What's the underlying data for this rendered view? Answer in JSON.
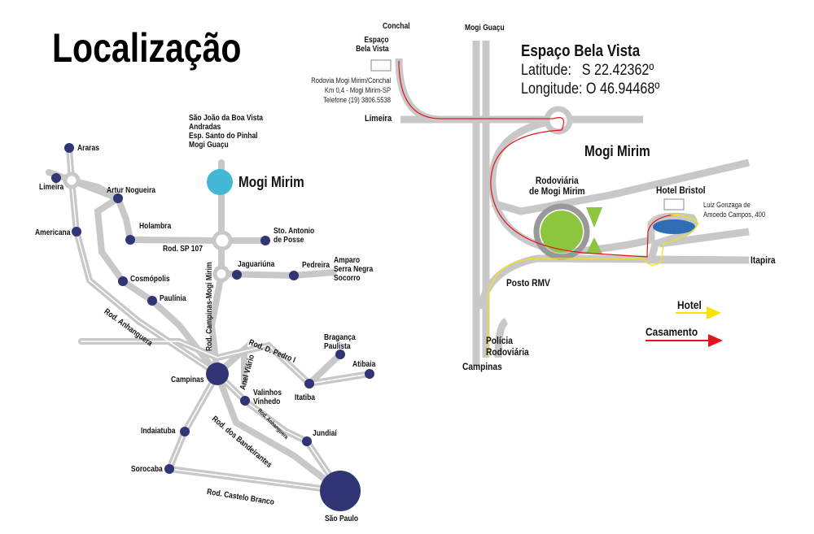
{
  "title": "Localização",
  "colors": {
    "road": "#c8c8c8",
    "city": "#2f3575",
    "mogi_mirim": "#41b8d4",
    "hotel_route": "#f5e400",
    "wedding_route": "#e3141e",
    "park": "#8cc63f",
    "lake": "#2f6db5"
  },
  "regional_map": {
    "north_destinations": [
      "São João da Boa Vista",
      "Andradas",
      "Esp. Santo do Pinhal",
      "Mogi Guaçu"
    ],
    "highlight_city": "Mogi Mirim",
    "cities": {
      "araras": "Araras",
      "limeira": "Limeira",
      "artur_nogueira": "Artur Nogueira",
      "americana": "Americana",
      "holambra": "Holambra",
      "sto_antonio": [
        "Sto. Antonio",
        "de Posse"
      ],
      "jaguariuna": "Jaguariúna",
      "pedreira": "Pedreira",
      "amparo": [
        "Amparo",
        "Serra Negra",
        "Socorro"
      ],
      "cosmopolis": "Cosmópolis",
      "paulinia": "Paulínia",
      "campinas": "Campinas",
      "braganca": [
        "Bragança",
        "Paulista"
      ],
      "atibaia": "Atibaia",
      "itatiba": "Itatiba",
      "valinhos": [
        "Valinhos",
        "Vinhedo"
      ],
      "jundiai": "Jundiaí",
      "indaiatuba": "Indaiatuba",
      "sorocaba": "Sorocaba",
      "sao_paulo": "São Paulo"
    },
    "roads": {
      "sp107": "Rod. SP 107",
      "campinas_mogi": "Rod. Campinas-Mogi Mirim",
      "anhanguera": "Rod. Anhanguera",
      "dpedro": "Rod. D. Pedro I",
      "anel": "Anel Viário",
      "anhanguera2": "Rod. Anhanguera",
      "bandeirantes": "Rod. dos Bandeirantes",
      "castelo": "Rod. Castelo Branco"
    }
  },
  "local_map": {
    "venue": {
      "title": "Espaço Bela Vista",
      "latitude_label": "Latitude:",
      "latitude": "S 22.42362º",
      "longitude_label": "Longitude:",
      "longitude": "O 46.94468º"
    },
    "venue_label": [
      "Espaço",
      "Bela Vista"
    ],
    "venue_address": [
      "Rodovia Mogi Mirim/Conchal",
      "Km 0,4 - Mogi Mirim-SP",
      "Telefone (19) 3806.5538"
    ],
    "labels": {
      "conchal": "Conchal",
      "mogi_guacu": "Mogi Guaçu",
      "limeira": "Limeira",
      "city": "Mogi Mirim",
      "rodoviaria": [
        "Rodoviária",
        "de Mogi Mirim"
      ],
      "hotel": "Hotel Bristol",
      "itapira": "Itapira",
      "posto": "Posto RMV",
      "policia": [
        "Polícia",
        "Rodoviária"
      ],
      "campinas": "Campinas"
    },
    "hotel_address": [
      "Luiz Gonzaga de",
      "Amoedo Campos, 400"
    ],
    "legend": [
      {
        "label": "Hotel",
        "color": "#f5e400"
      },
      {
        "label": "Casamento",
        "color": "#e3141e"
      }
    ]
  }
}
